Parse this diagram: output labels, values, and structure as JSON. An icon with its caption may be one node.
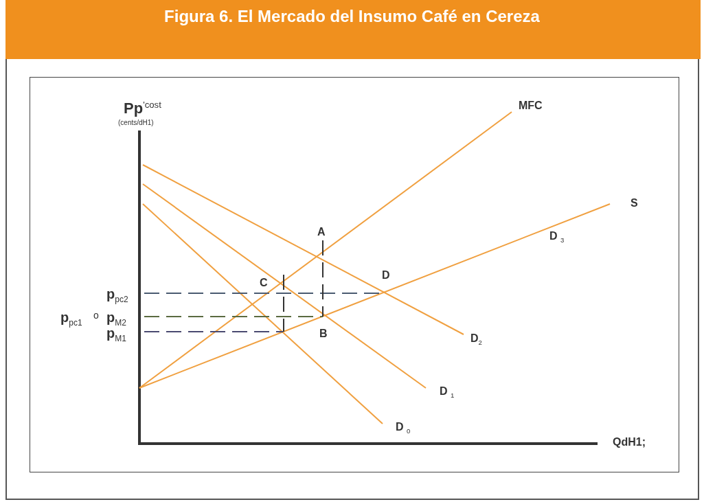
{
  "diagram": {
    "title": "Figura 6. El Mercado del Insumo Café en Cereza",
    "labels": [
      "Pp$^{'cost}$",
      "(cents/dH1)",
      "MFC",
      "S",
      "A",
      "D $_{3}$",
      "C",
      "D",
      "p$_{pc2}$",
      "p$_{pc1}$",
      "o",
      "p$_{M2}$",
      "p$_{M1}$",
      "B",
      "D$_{2}$",
      "D $_{1}$",
      "D $_{0}$",
      "QdH1;"
    ]
  }
}
